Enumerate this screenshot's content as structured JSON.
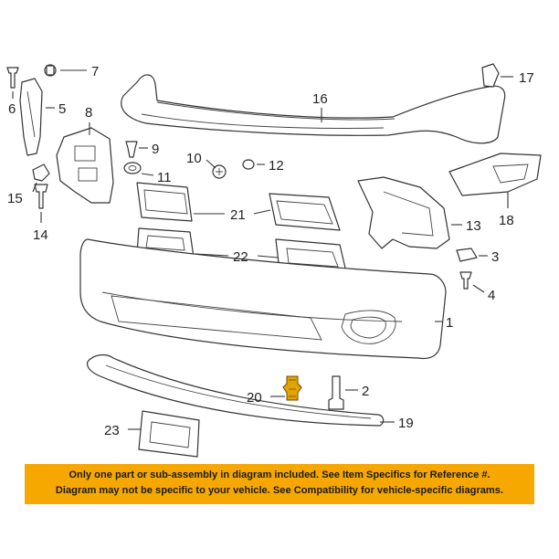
{
  "callouts": {
    "c1": "1",
    "c2": "2",
    "c3": "3",
    "c4": "4",
    "c5": "5",
    "c6": "6",
    "c7": "7",
    "c8": "8",
    "c9": "9",
    "c10": "10",
    "c11": "11",
    "c12": "12",
    "c13": "13",
    "c14": "14",
    "c15": "15",
    "c16": "16",
    "c17": "17",
    "c18": "18",
    "c19": "19",
    "c20": "20",
    "c21": "21",
    "c22": "22",
    "c23": "23"
  },
  "notice": {
    "line1": "Only one part or sub-assembly in diagram included. See Item Specifics for Reference #.",
    "line2": "Diagram may not be specific to your vehicle. See Compatibility for vehicle-specific diagrams."
  },
  "colors": {
    "notice_bg": "#f6a700",
    "highlight_part": "#e2a400"
  }
}
